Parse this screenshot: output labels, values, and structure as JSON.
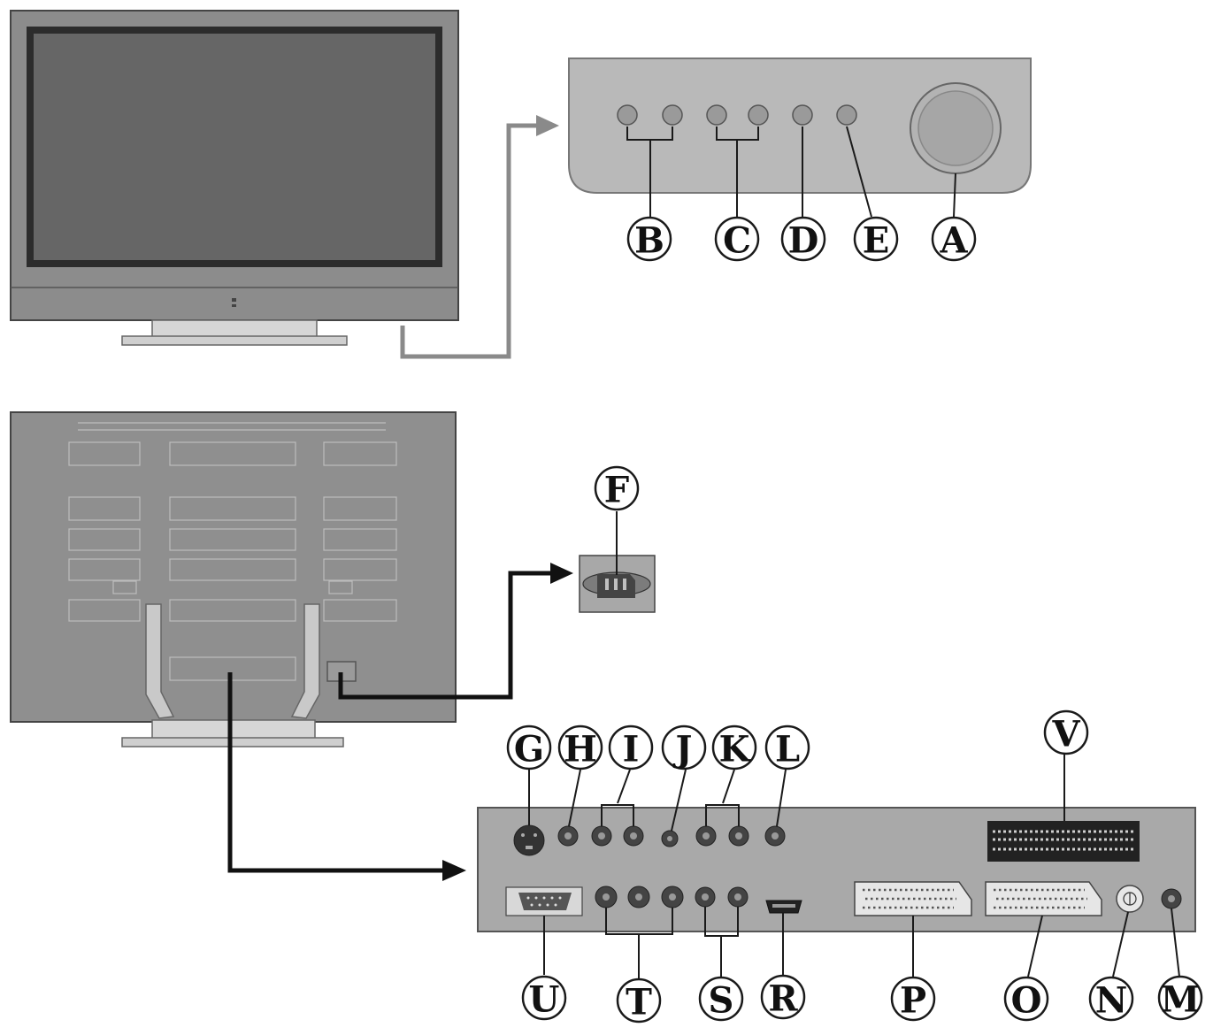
{
  "callouts": {
    "A": "A",
    "B": "B",
    "C": "C",
    "D": "D",
    "E": "E",
    "F": "F",
    "G": "G",
    "H": "H",
    "I": "I",
    "J": "J",
    "K": "K",
    "L": "L",
    "M": "M",
    "N": "N",
    "O": "O",
    "P": "P",
    "R": "R",
    "S": "S",
    "T": "T",
    "U": "U",
    "V": "V"
  },
  "colors": {
    "tv_body": "#8c8c8c",
    "tv_screen": "#666666",
    "panel": "#b9b9b9",
    "connector_panel": "#a9a9a9",
    "arrow_front": "#8a8a8a",
    "arrow_rear": "#111111",
    "outline": "#333333"
  },
  "icons": {
    "front_tv": "tv-front-icon",
    "rear_tv": "tv-rear-icon",
    "power_socket": "ac-power-socket-icon",
    "svideo": "s-video-jack-icon",
    "vga": "vga-port-icon",
    "hdmi": "hdmi-port-icon",
    "scart": "scart-port-icon",
    "antenna": "antenna-input-icon"
  }
}
